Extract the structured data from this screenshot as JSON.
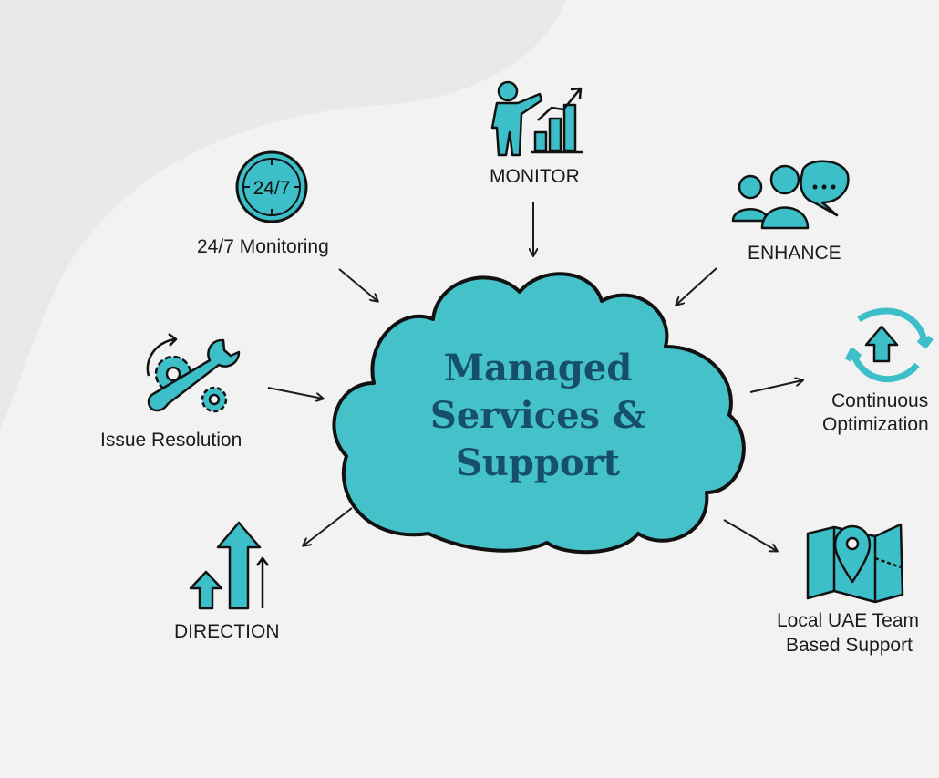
{
  "diagram": {
    "center": {
      "lines": [
        "Managed",
        "Services &",
        "Support"
      ]
    },
    "nodes": {
      "monitoring": "24/7 Monitoring",
      "clock_text": "24/7",
      "monitor": "MONITOR",
      "enhance": "ENHANCE",
      "issue": "Issue Resolution",
      "optimization": [
        "Continuous",
        "Optimization"
      ],
      "direction": "DIRECTION",
      "local": [
        "Local UAE Team",
        "Based Support"
      ]
    }
  },
  "colors": {
    "accent": "#3cbfc8",
    "outline": "#111111",
    "title": "#164f6b",
    "background": "#f2f2f2"
  }
}
